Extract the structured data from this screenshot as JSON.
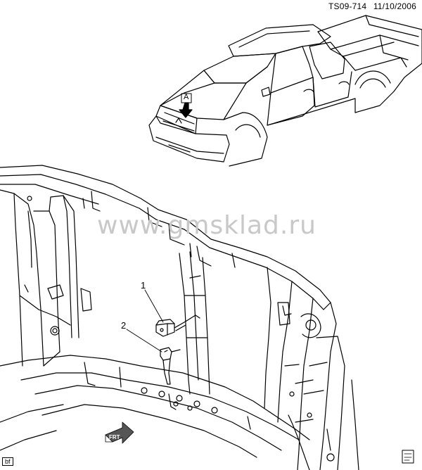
{
  "header": {
    "diagram_id": "TS09-714",
    "date": "11/10/2006"
  },
  "watermark": "www.gmsklad.ru",
  "view_marker": "A",
  "callouts": [
    "1",
    "2"
  ],
  "front_marker": "FRT",
  "corner_label": "bf",
  "icons": {
    "view_arrow": "down-arrow-icon",
    "front_arrow": "front-direction-arrow-icon",
    "page_badge": "manual-page-icon"
  }
}
